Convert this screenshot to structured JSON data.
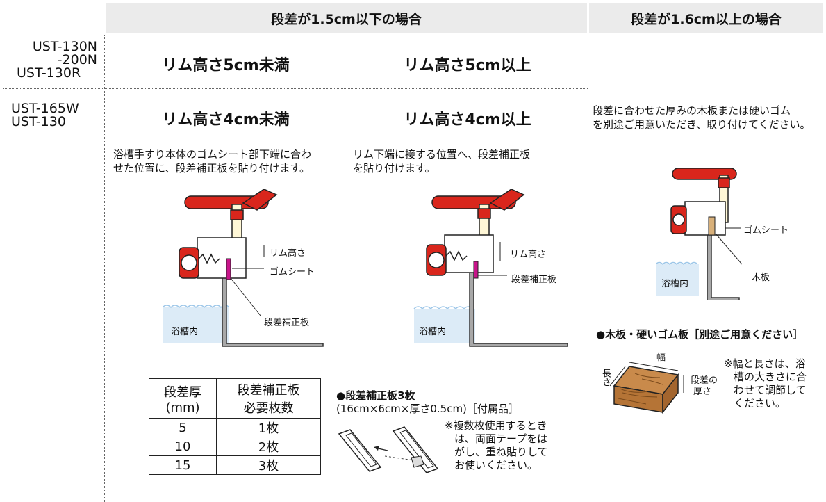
{
  "header": {
    "col_a": "段差が1.5cm以下の場合",
    "col_b": "段差が1.6cm以上の場合"
  },
  "models": {
    "row1": [
      "UST-130N",
      "-200N",
      "UST-130R"
    ],
    "row2": [
      "UST-165W",
      "UST-130"
    ]
  },
  "rim": {
    "r1_lt": "リム高さ5cm未満",
    "r1_ge": "リム高さ5cm以上",
    "r2_lt": "リム高さ4cm未満",
    "r2_ge": "リム高さ4cm以上"
  },
  "right_desc": [
    "段差に合わせた厚みの木板または硬いゴム",
    "を別途ご用意いただき、取り付けてください。"
  ],
  "desc_left": [
    "浴槽手すり本体のゴムシート部下端に合わ",
    "せた位置に、段差補正板を貼り付けます。"
  ],
  "desc_mid": [
    "リム下端に接する位置へ、段差補正板",
    "を貼り付けます。"
  ],
  "labels": {
    "rim_height": "リム高さ",
    "rubber_sheet": "ゴムシート",
    "correction_plate": "段差補正板",
    "bathtub_inside": "浴槽内",
    "wood_board": "木板"
  },
  "board_title": "●木板・硬いゴム板［別途ご用意ください］",
  "board_labels": {
    "width": "幅",
    "length": "長さ",
    "thickness": [
      "段差の",
      "厚さ"
    ]
  },
  "board_note": [
    "※幅と長さは、浴",
    "槽の大きさに合",
    "わせて調節して",
    "ください。"
  ],
  "table": {
    "header1": [
      "段差厚",
      "(mm)"
    ],
    "header2": [
      "段差補正板",
      "必要枚数"
    ],
    "rows": [
      [
        "5",
        "1枚"
      ],
      [
        "10",
        "2枚"
      ],
      [
        "15",
        "3枚"
      ]
    ]
  },
  "plate_title": "●段差補正板3枚",
  "plate_spec": "(16cm×6cm×厚さ0.5cm)［付属品］",
  "plate_note": [
    "※複数枚使用するとき",
    "は、両面テープをは",
    "がし、重ね貼りして",
    "お使いください。"
  ],
  "colors": {
    "handle": "#d9261c",
    "pad": "#c8148a",
    "water": "#dcebf7",
    "wood": "#c98a4b",
    "header": "#ebebeb"
  }
}
